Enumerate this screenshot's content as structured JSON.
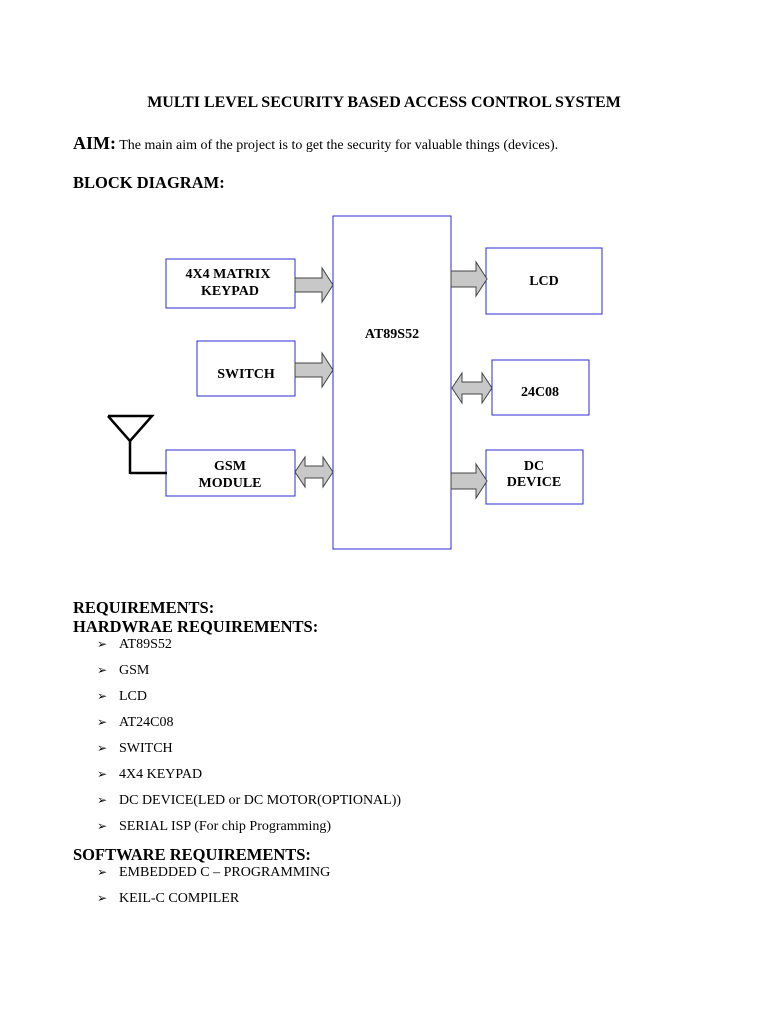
{
  "title": "MULTI LEVEL SECURITY BASED ACCESS CONTROL SYSTEM",
  "aim": {
    "label": "AIM:",
    "text": "The main aim of the project is to get the security for valuable things (devices)."
  },
  "block_diagram": {
    "heading": "BLOCK DIAGRAM:",
    "blocks": {
      "keypad_line1": "4X4 MATRIX",
      "keypad_line2": "KEYPAD",
      "switch": "SWITCH",
      "gsm_line1": "GSM",
      "gsm_line2": "MODULE",
      "mcu": "AT89S52",
      "lcd": "LCD",
      "eeprom": "24C08",
      "dc_line1": "DC",
      "dc_line2": "DEVICE"
    }
  },
  "requirements": {
    "heading": "REQUIREMENTS:",
    "hardware_heading": "HARDWRAE REQUIREMENTS:",
    "hardware": [
      "AT89S52",
      "GSM",
      "LCD",
      "AT24C08",
      "SWITCH",
      "4X4 KEYPAD",
      "DC DEVICE(LED or DC MOTOR(OPTIONAL))",
      "SERIAL ISP (For chip Programming)"
    ],
    "software_heading": "SOFTWARE REQUIREMENTS:",
    "software": [
      "EMBEDDED C  – PROGRAMMING",
      "KEIL-C COMPILER"
    ],
    "bullet": "➢"
  }
}
